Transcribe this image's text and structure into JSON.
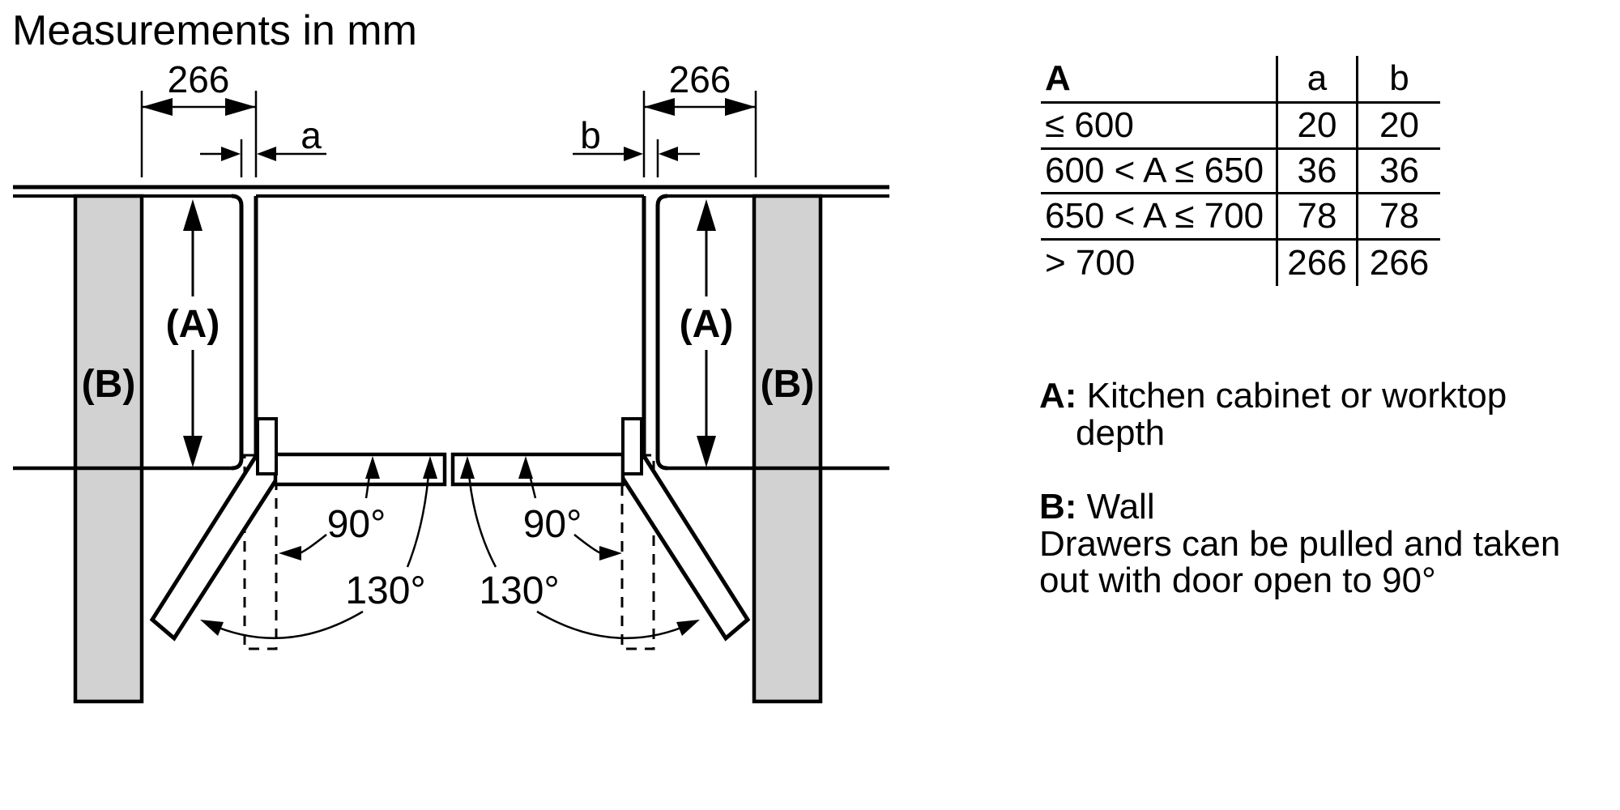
{
  "title": "Measurements in mm",
  "diagram": {
    "dim_left": "266",
    "dim_right": "266",
    "gap_left": "a",
    "gap_right": "b",
    "cabinet_label_left": "(A)",
    "cabinet_label_right": "(A)",
    "wall_label_left": "(B)",
    "wall_label_right": "(B)",
    "angle90_left": "90°",
    "angle90_right": "90°",
    "angle130_left": "130°",
    "angle130_right": "130°"
  },
  "table": {
    "header": {
      "col1": "A",
      "col2": "a",
      "col3": "b"
    },
    "rows": [
      {
        "range": "≤ 600",
        "a": "20",
        "b": "20"
      },
      {
        "range": "600 < A ≤ 650",
        "a": "36",
        "b": "36"
      },
      {
        "range": "650 < A ≤ 700",
        "a": "78",
        "b": "78"
      },
      {
        "range": "> 700",
        "a": "266",
        "b": "266"
      }
    ]
  },
  "legend": {
    "a_key": "A:",
    "a_line1": "Kitchen cabinet or worktop",
    "a_line2": "depth",
    "b_key": "B:",
    "b_text": "Wall",
    "note_line1": "Drawers can be pulled and taken",
    "note_line2": "out with door open to 90°"
  }
}
